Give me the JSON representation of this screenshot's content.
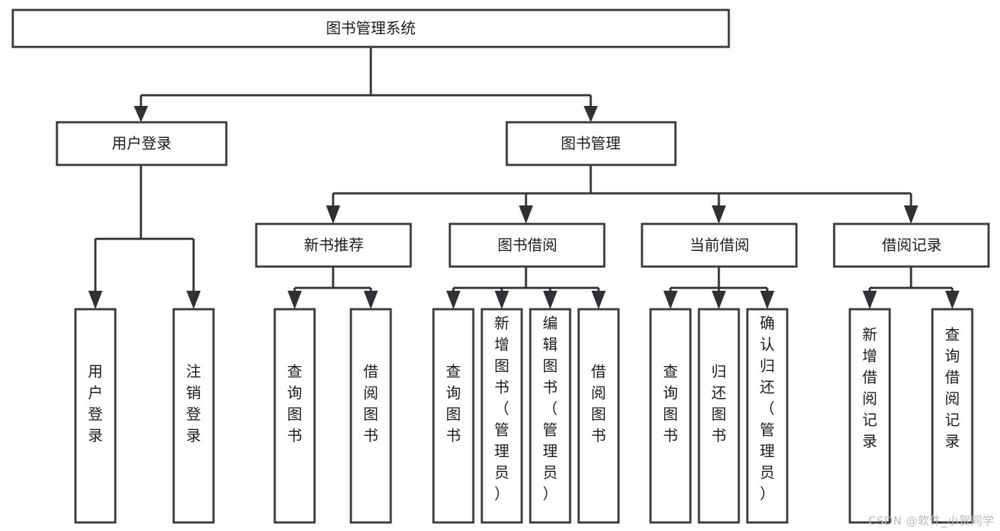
{
  "diagram": {
    "type": "tree-hierarchy",
    "title": "图书管理系统",
    "orientation": "top-down",
    "colors": {
      "box_fill": "#ffffff",
      "box_stroke": "#36393d",
      "connector": "#2f3135",
      "text": "#1c1c1c",
      "watermark": "#b9b9b9",
      "background": "#ffffff"
    },
    "levels": {
      "level0": [
        "图书管理系统"
      ],
      "level1": [
        "用户登录",
        "图书管理"
      ],
      "level2": [
        "新书推荐",
        "图书借阅",
        "当前借阅",
        "借阅记录"
      ],
      "level3": [
        "用户登录",
        "注销登录",
        "查询图书",
        "借阅图书",
        "查询图书",
        "新增图书（管理员）",
        "编辑图书（管理员）",
        "借阅图书",
        "查询图书",
        "归还图书",
        "确认归还（管理员）",
        "新增借阅记录",
        "查询借阅记录"
      ]
    }
  },
  "root": {
    "label": "图书管理系统"
  },
  "branches": [
    {
      "id": "user-login",
      "label": "用户登录",
      "children": [
        {
          "id": "leaf-user-login",
          "label": "用户登录"
        },
        {
          "id": "leaf-user-logout",
          "label": "注销登录"
        }
      ]
    },
    {
      "id": "book-management",
      "label": "图书管理",
      "groups": [
        {
          "id": "new-book-recommend",
          "label": "新书推荐",
          "children": [
            {
              "id": "leaf-query-book-1",
              "label": "查询图书"
            },
            {
              "id": "leaf-borrow-book-1",
              "label": "借阅图书"
            }
          ]
        },
        {
          "id": "book-borrowing",
          "label": "图书借阅",
          "children": [
            {
              "id": "leaf-query-book-2",
              "label": "查询图书"
            },
            {
              "id": "leaf-add-book",
              "label": "新增图书（管理员）"
            },
            {
              "id": "leaf-edit-book",
              "label": "编辑图书（管理员）"
            },
            {
              "id": "leaf-borrow-book-2",
              "label": "借阅图书"
            }
          ]
        },
        {
          "id": "current-borrowing",
          "label": "当前借阅",
          "children": [
            {
              "id": "leaf-query-book-3",
              "label": "查询图书"
            },
            {
              "id": "leaf-return-book",
              "label": "归还图书"
            },
            {
              "id": "leaf-confirm-return",
              "label": "确认归还（管理员）"
            }
          ]
        },
        {
          "id": "borrow-records",
          "label": "借阅记录",
          "children": [
            {
              "id": "leaf-add-record",
              "label": "新增借阅记录"
            },
            {
              "id": "leaf-query-record",
              "label": "查询借阅记录"
            }
          ]
        }
      ]
    }
  ],
  "watermark": {
    "text": "CSDN @软件_小贺同学"
  }
}
